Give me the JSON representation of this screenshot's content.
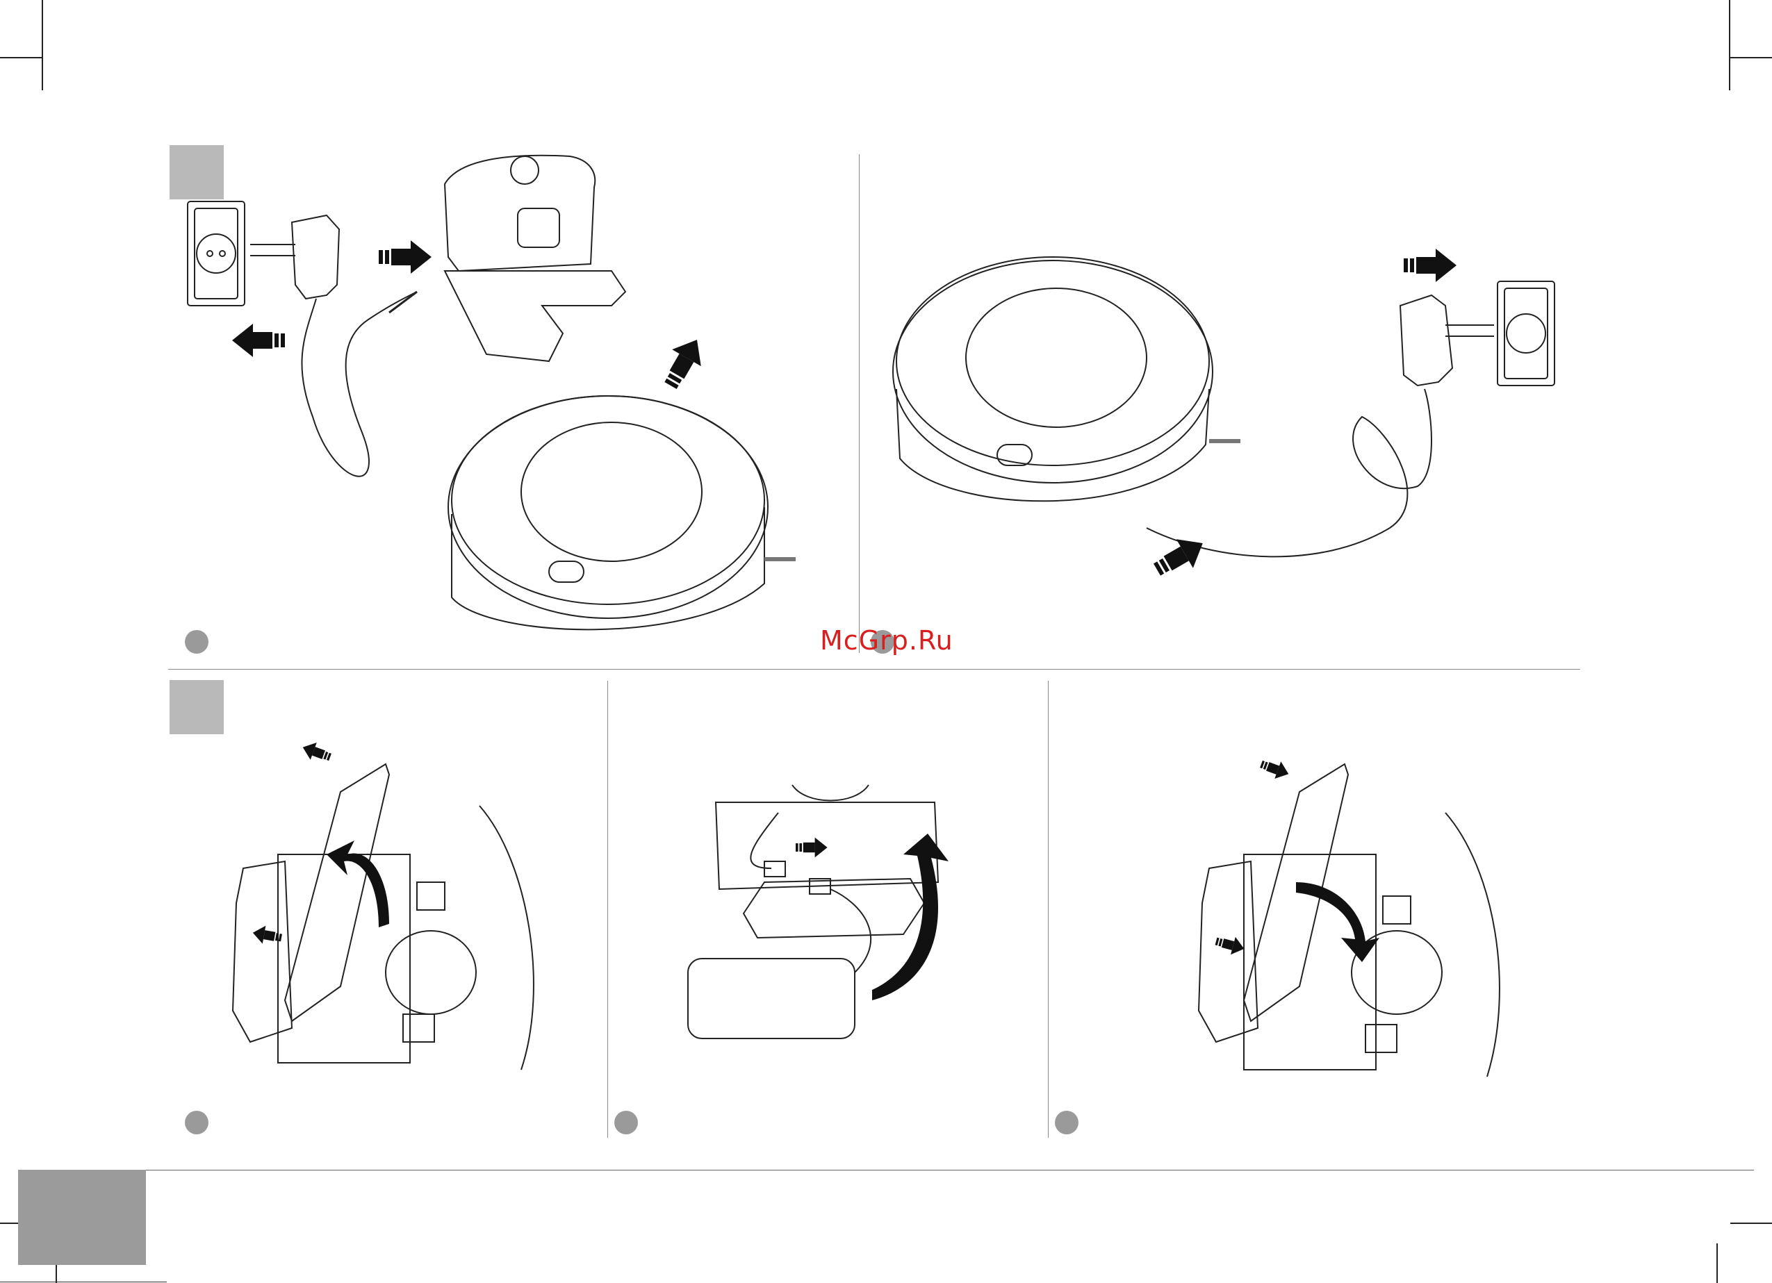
{
  "watermark": {
    "text": "McGrp.Ru",
    "color": "#d81e1e"
  },
  "markers": {
    "section_square_color": "#b9b9b9",
    "circle_color": "#9a9a9a",
    "tab_color": "#9b9b9b"
  },
  "panels": {
    "top_left": {
      "icon": "robot-to-dock-illustration"
    },
    "top_right": {
      "icon": "robot-charging-with-adapter-illustration"
    },
    "bottom_left": {
      "icon": "open-battery-cover-illustration"
    },
    "bottom_middle": {
      "icon": "replace-battery-illustration"
    },
    "bottom_right": {
      "icon": "close-battery-cover-illustration"
    }
  }
}
